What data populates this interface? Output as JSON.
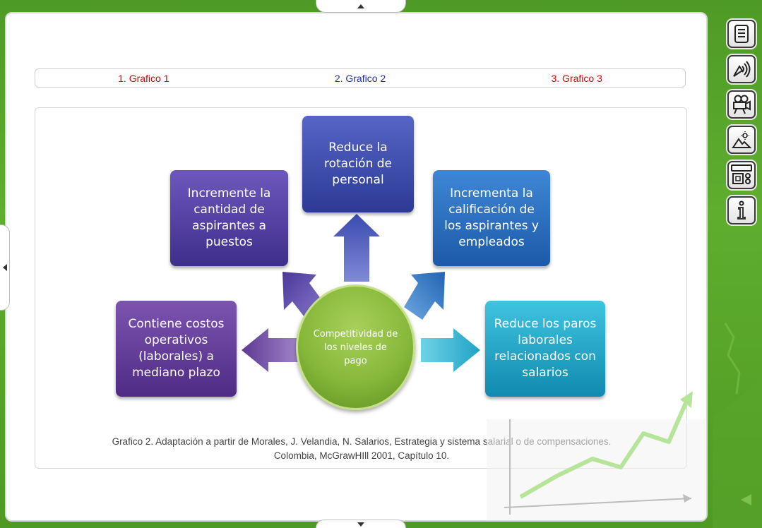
{
  "tabs": [
    {
      "label": "1. Grafico 1",
      "color": "#e30000"
    },
    {
      "label": "2. Grafico 2",
      "color": "#1f2fb0"
    },
    {
      "label": "3. Grafico 3",
      "color": "#e30000"
    }
  ],
  "diagram": {
    "center": "Competitividad de los niveles de pago",
    "top": "Reduce la rotación de personal",
    "top_left": "Incremente la cantidad de aspirantes a puestos",
    "top_right": "Incrementa la calificación de los aspirantes y empleados",
    "left": "Contiene costos operativos (laborales) a mediano plazo",
    "right": "Reduce los paros laborales relacionados con salarios"
  },
  "caption": {
    "line1": "Grafico 2. Adaptación a partir de Morales, J. Velandia, N. Salarios, Estrategia y sistema salarial o de compensaciones.",
    "line2": "Colombia, McGrawHIll 2001, Capítulo 10."
  },
  "toolbar": {
    "items": [
      "document-icon",
      "audio-icon",
      "video-camera-icon",
      "image-icon",
      "interactive-icon",
      "info-icon"
    ]
  },
  "colors": {
    "background": "#5fae2e",
    "accent_red": "#e30000",
    "accent_blue": "#1f2fb0"
  }
}
